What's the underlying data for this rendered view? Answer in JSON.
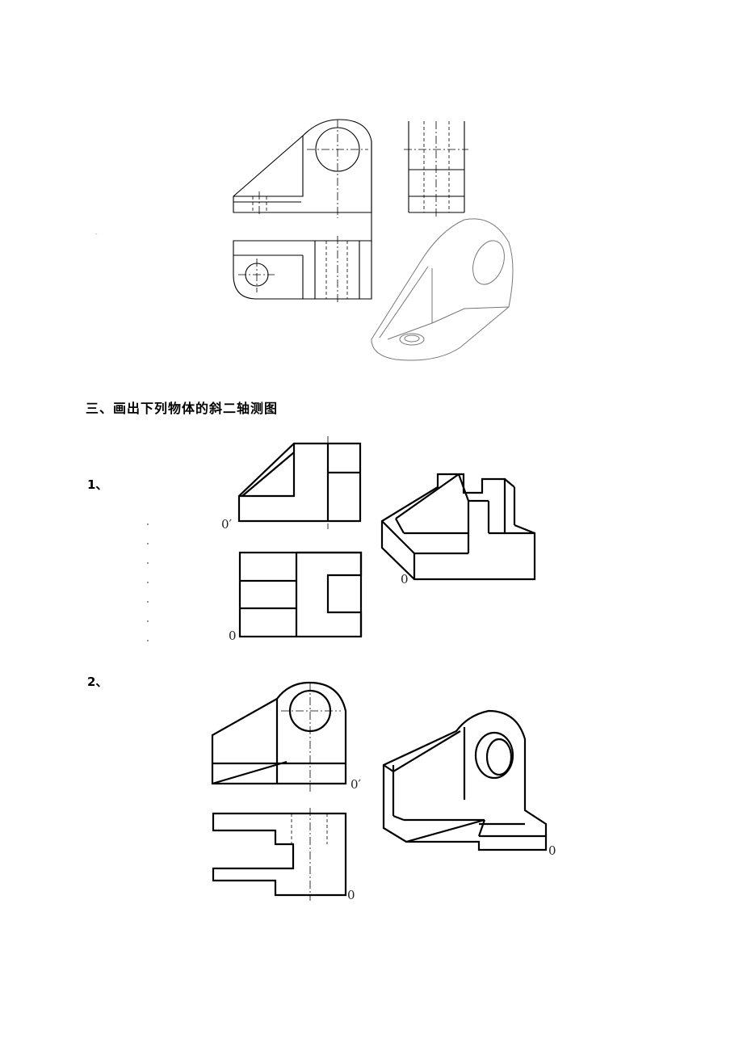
{
  "section_heading": "三、画出下列物体的斜二轴测图",
  "problems": [
    {
      "number": "1、",
      "label_front": "0′",
      "label_top": "0",
      "label_iso": "0"
    },
    {
      "number": "2、",
      "label_front": "0′",
      "label_top": "0",
      "label_iso": "0"
    }
  ]
}
